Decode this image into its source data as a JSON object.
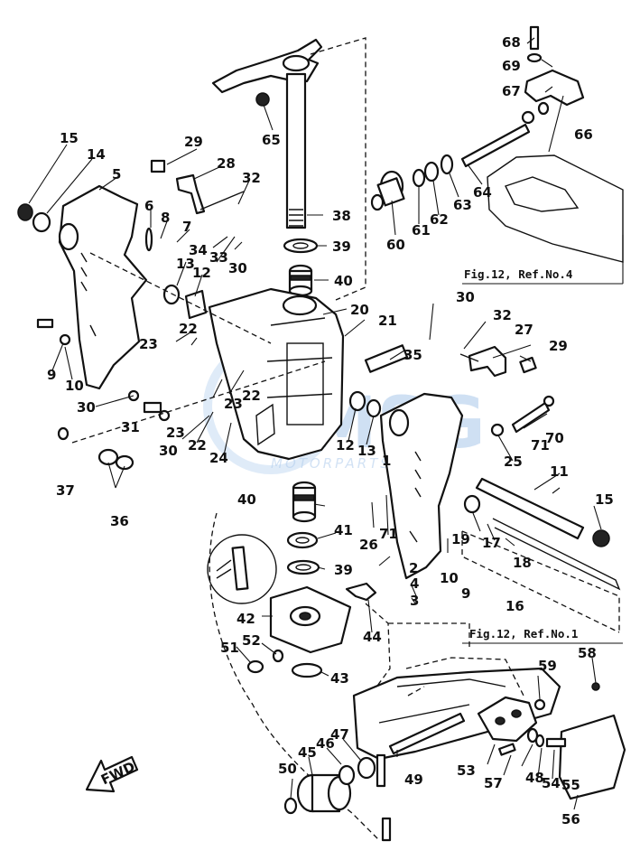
{
  "callouts": [
    "1",
    "2",
    "3",
    "4",
    "5",
    "6",
    "7",
    "8",
    "9",
    "9",
    "10",
    "10",
    "11",
    "12",
    "12",
    "13",
    "13",
    "14",
    "15",
    "15",
    "16",
    "17",
    "18",
    "19",
    "20",
    "21",
    "22",
    "22",
    "22",
    "23",
    "23",
    "23",
    "24",
    "25",
    "26",
    "27",
    "28",
    "29",
    "29",
    "30",
    "30",
    "30",
    "30",
    "31",
    "32",
    "32",
    "33",
    "34",
    "35",
    "36",
    "37",
    "38",
    "39",
    "39",
    "40",
    "40",
    "41",
    "42",
    "43",
    "44",
    "45",
    "46",
    "47",
    "48",
    "49",
    "50",
    "51",
    "52",
    "53",
    "54",
    "55",
    "56",
    "57",
    "58",
    "59",
    "60",
    "61",
    "62",
    "63",
    "64",
    "65",
    "66",
    "67",
    "68",
    "69",
    "70",
    "71",
    "71"
  ],
  "references": {
    "ref_upper": "Fig.12, Ref.No.4",
    "ref_lower": "Fig.12, Ref.No.1"
  },
  "fwd_arrow_label": "FWD",
  "watermark": {
    "brand": "MSG",
    "sub": "MOTORPARTS"
  },
  "colors": {
    "ink": "#111111",
    "paper": "#ffffff",
    "watermark": "#a8c7ea"
  }
}
